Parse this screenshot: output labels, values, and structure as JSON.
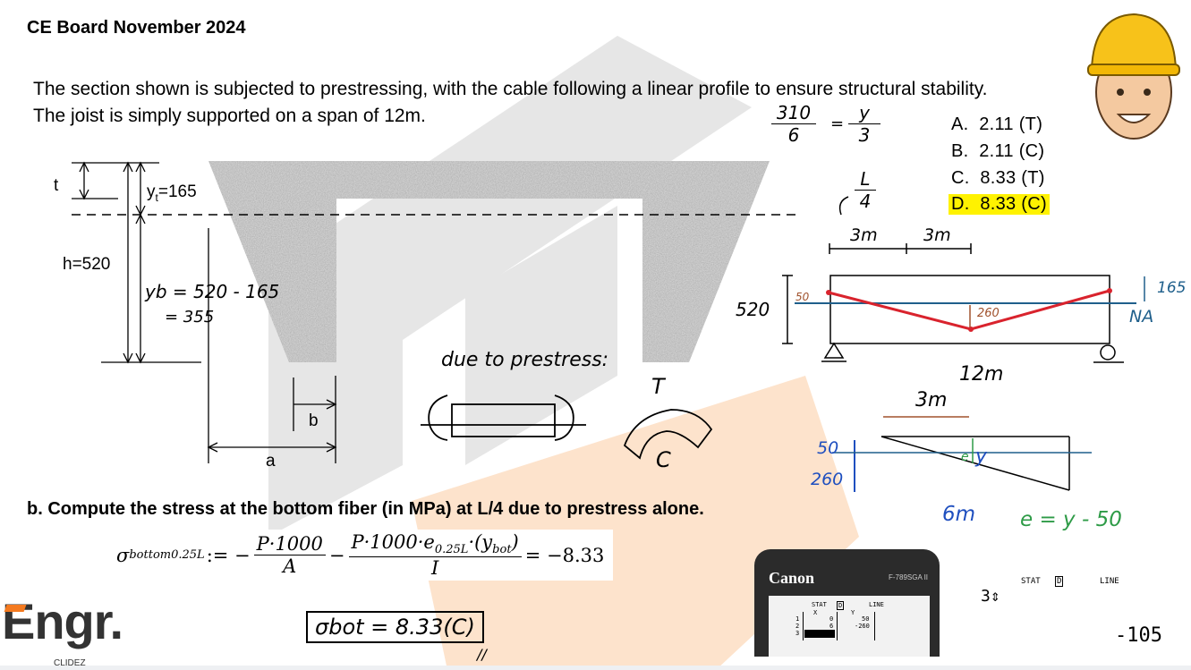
{
  "header": {
    "title": "CE Board November 2024"
  },
  "problem": {
    "line1": "The section shown is subjected to prestressing, with the cable following a linear profile to ensure structural stability.",
    "line2": "The joist is simply supported on a span of 12m."
  },
  "choices": [
    {
      "label": "A.",
      "value": "2.11 (T)",
      "highlighted": false
    },
    {
      "label": "B.",
      "value": "2.11 (C)",
      "highlighted": false
    },
    {
      "label": "C.",
      "value": "8.33 (T)",
      "highlighted": false
    },
    {
      "label": "D.",
      "value": "8.33 (C)",
      "highlighted": true
    }
  ],
  "highlight_color": "#fff200",
  "section": {
    "t": "t",
    "yt": "y",
    "yt_sub": "t",
    "yt_val": "=165",
    "h": "h=520",
    "yb1": "yb = 520 - 165",
    "yb2": "= 355",
    "b": "b",
    "a": "a"
  },
  "notes": {
    "ratio_num1": "310",
    "ratio_den1": "6",
    "ratio_eq": "=",
    "ratio_num2": "y",
    "ratio_den2": "3",
    "l4_num": "L",
    "l4_den": "4",
    "span_a": "3m",
    "span_b": "3m",
    "depth": "520",
    "ecc_top": "50",
    "ecc_mid": "260",
    "yt": "165",
    "na": "NA",
    "span": "12m",
    "tri_3m": "3m",
    "tri_50": "50",
    "tri_260": "260",
    "tri_y": "y",
    "tri_e": "e",
    "tri_6m": "6m",
    "e_eq": "e = y - 50",
    "due": "due to prestress:",
    "T": "T",
    "C": "C"
  },
  "question_b": "b. Compute the stress at the bottom fiber (in MPa) at L/4 due to prestress alone.",
  "formula": {
    "sigma": "σ",
    "sigma_sub": "bottom0.25L",
    "assign": ":= −",
    "num1": "P·1000",
    "den1": "A",
    "minus": "−",
    "num2_a": "P·1000·e",
    "num2_sub": "0.25L",
    "num2_b": "·(y",
    "num2_sub2": "bot",
    "num2_c": ")",
    "den2": "I",
    "result": "= −8.33"
  },
  "answer_box": "σbot = 8.33(C)",
  "answer_mark": "//",
  "logo": {
    "main": "Engr.",
    "sub": "CLIDEZ"
  },
  "calculator": {
    "brand": "Canon",
    "model": "F-789SGA II",
    "stat": "STAT",
    "mode": "D",
    "line": "LINE",
    "col_x": "X",
    "col_y": "Y",
    "rows": [
      "1",
      "2",
      "3"
    ],
    "x_vals": [
      "0",
      "6"
    ],
    "y_vals": [
      "50",
      "-260"
    ]
  },
  "display": {
    "stat": "STAT",
    "mode": "D",
    "line": "LINE",
    "input": "3",
    "result": "-105"
  },
  "colors": {
    "cable": "#d9232d",
    "na": "#1f5f8b",
    "ecc": "#a0522d",
    "green": "#2e9b47",
    "blue_hand": "#1f4fbf",
    "watermark_gray": "#e3e3e3",
    "watermark_orange": "#fde0c6"
  }
}
